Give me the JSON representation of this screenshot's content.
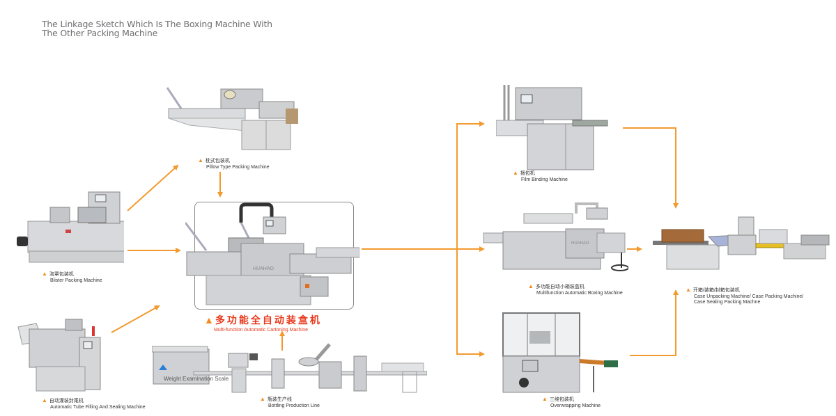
{
  "title": {
    "line1": "The Linkage Sketch Which Is The Boxing Machine With",
    "line2": "The Other Packing Machine"
  },
  "accent_color": "#f39a2e",
  "highlight_color": "#e8381c",
  "machines": {
    "pillow": {
      "cn": "枕式包装机",
      "en": "Pillow Type Packing Machine",
      "icon": "pillow-packing-machine"
    },
    "blister": {
      "cn": "泡罩包装机",
      "en": "Blister Packing Machine",
      "icon": "blister-packing-machine"
    },
    "tube": {
      "cn": "自动灌装封尾机",
      "en": "Automatic Tube Filling And Sealing Machine",
      "icon": "tube-filling-machine"
    },
    "cartoning": {
      "cn": "多功能全自动装盒机",
      "en": "Multi-function Automatic Cartoning Machine",
      "icon": "cartoning-machine"
    },
    "bottling": {
      "cn": "瓶装生产线",
      "en": "Bottling Production Line",
      "sub_label": "Weight Examination Scale",
      "icon": "bottling-line"
    },
    "film": {
      "cn": "捆包机",
      "en": "Film Binding Machine",
      "icon": "film-binding-machine"
    },
    "boxing": {
      "cn": "多功能自动小箱装盒机",
      "en": "Multifunction Automatic Boxing Machine",
      "icon": "boxing-machine"
    },
    "overwrap": {
      "cn": "三维包装机",
      "en": "Overwrapping Machine",
      "icon": "overwrapping-machine"
    },
    "case": {
      "cn": "开箱/装箱/封箱包装机",
      "en1": "Case Unpacking Machine/ Case Packing Machine/",
      "en2": "Case Sealing Packing Machne",
      "icon": "case-packing-machine"
    }
  },
  "flows": [
    [
      "blister",
      "pillow"
    ],
    [
      "pillow",
      "cartoning"
    ],
    [
      "blister",
      "cartoning"
    ],
    [
      "tube",
      "cartoning"
    ],
    [
      "bottling",
      "cartoning"
    ],
    [
      "cartoning",
      "film"
    ],
    [
      "cartoning",
      "boxing"
    ],
    [
      "cartoning",
      "overwrap"
    ],
    [
      "film",
      "case"
    ],
    [
      "boxing",
      "case"
    ],
    [
      "overwrap",
      "case"
    ]
  ]
}
